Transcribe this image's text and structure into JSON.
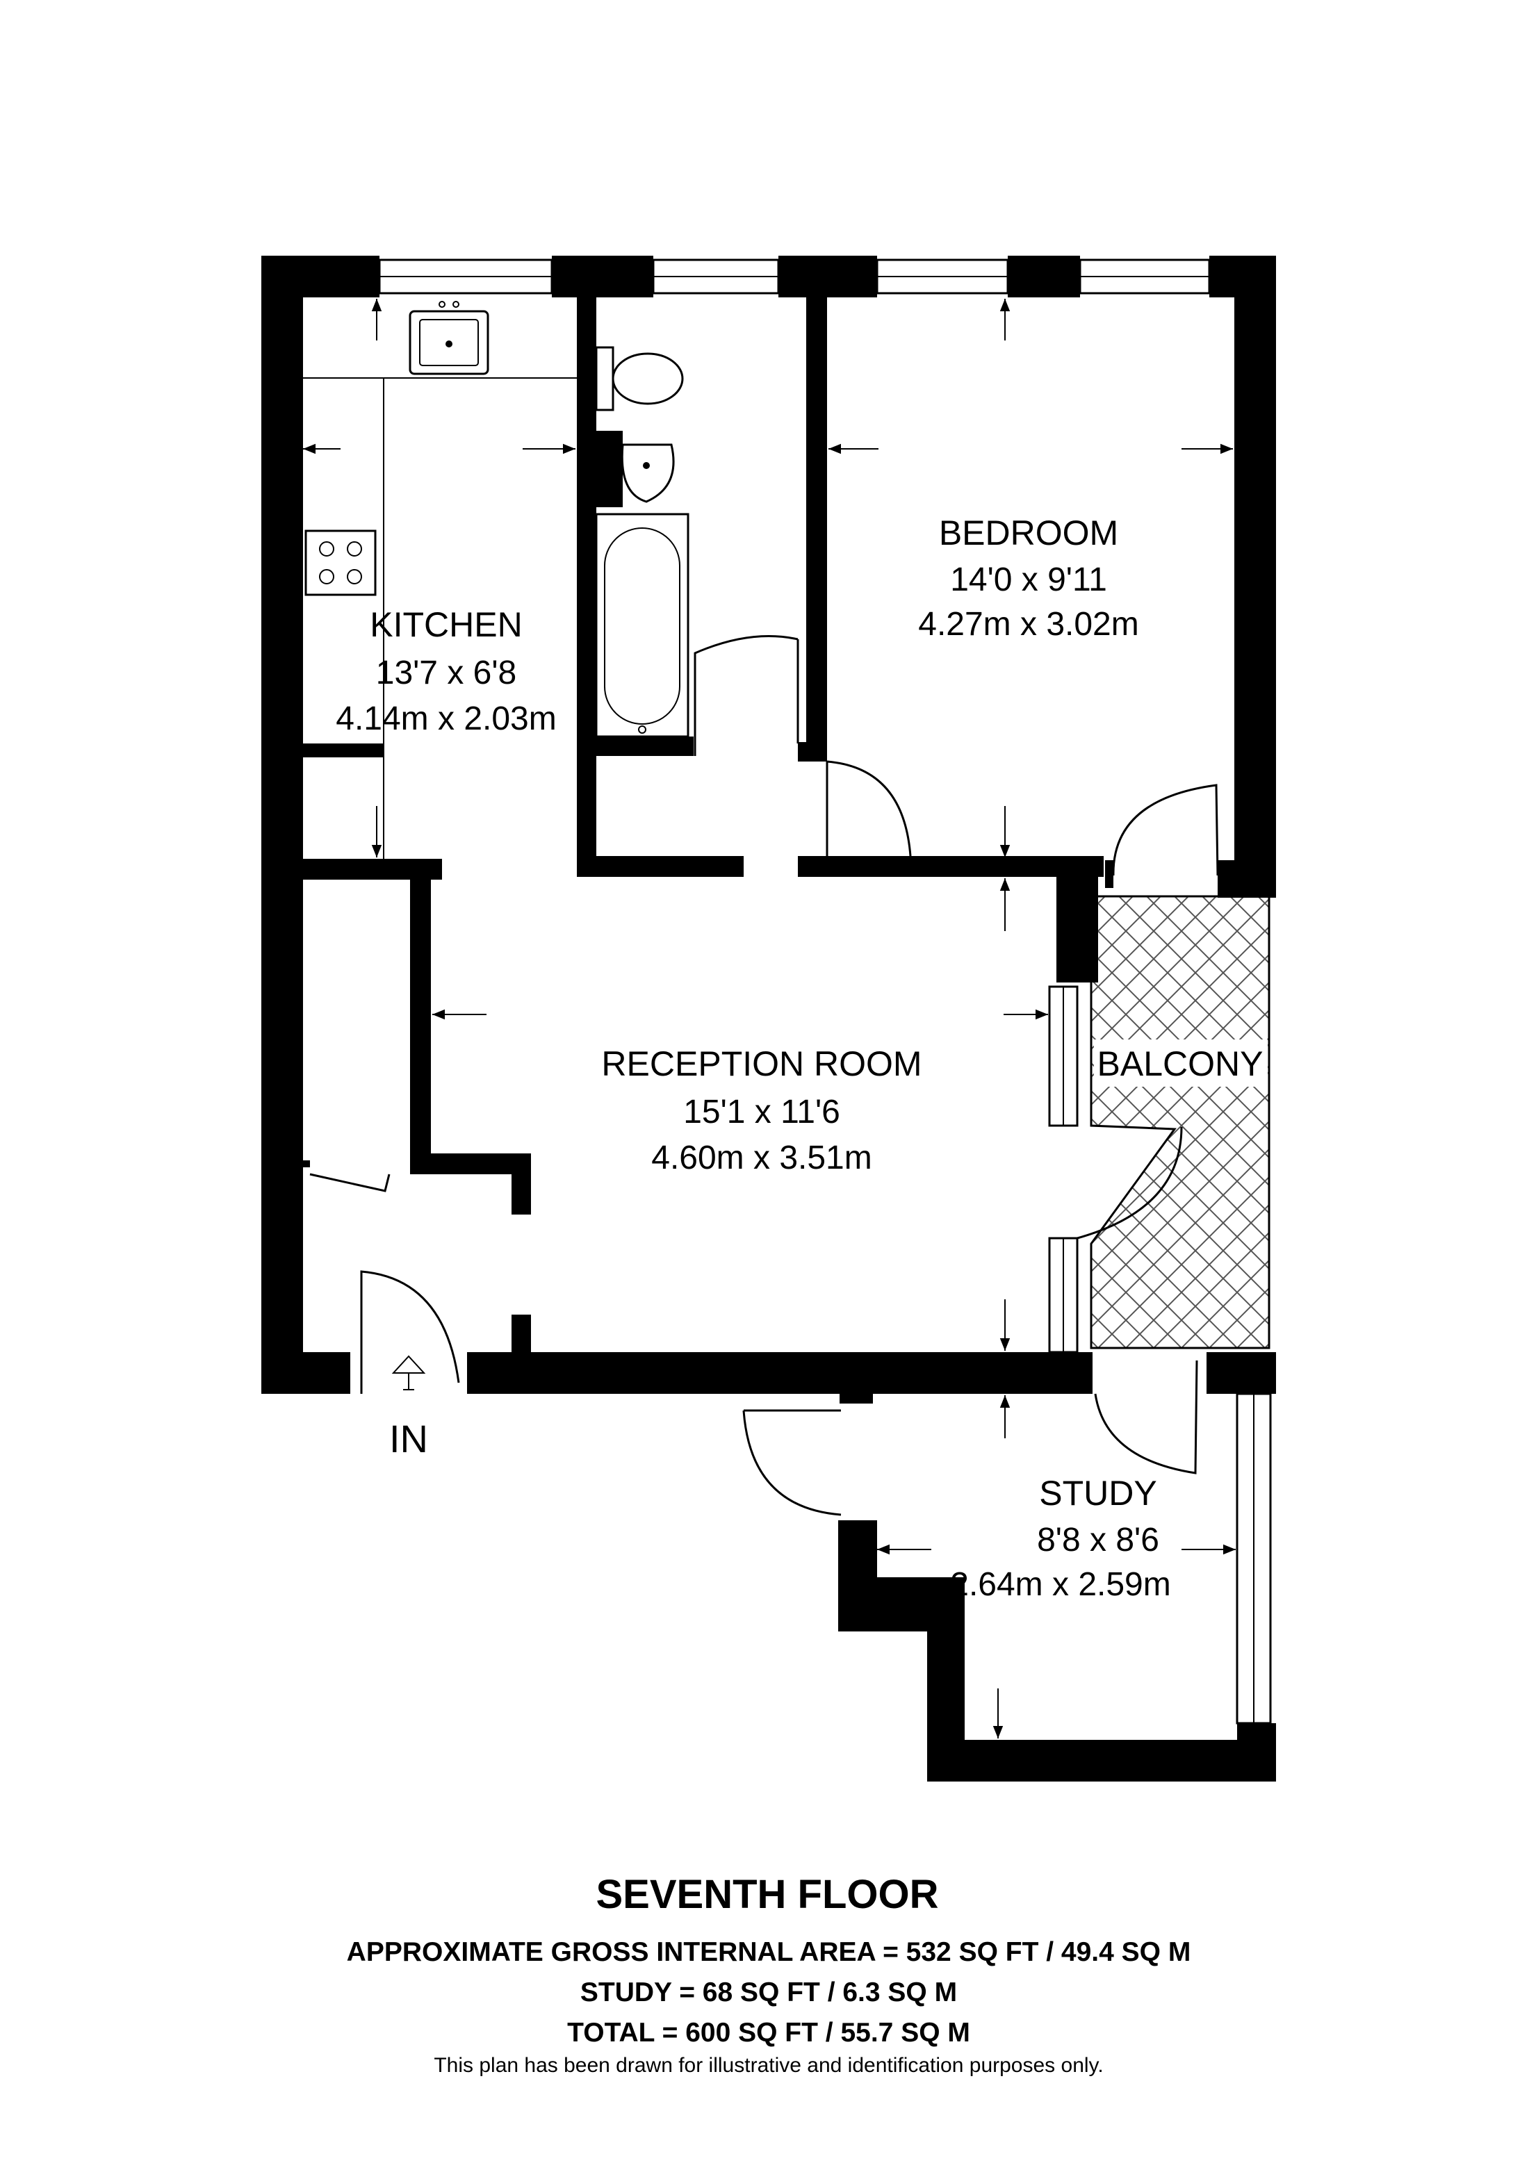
{
  "floor_title": "SEVENTH FLOOR",
  "areas": {
    "gross": "APPROXIMATE GROSS INTERNAL AREA = 532 SQ FT / 49.4 SQ M",
    "study": "STUDY = 68 SQ FT / 6.3 SQ M",
    "total": "TOTAL = 600 SQ FT / 55.7 SQ M"
  },
  "disclaimer": "This plan has been drawn for illustrative and identification purposes only.",
  "entrance_label": "IN",
  "rooms": {
    "kitchen": {
      "name": "KITCHEN",
      "imperial": "13'7 x 6'8",
      "metric": "4.14m x 2.03m"
    },
    "bedroom": {
      "name": "BEDROOM",
      "imperial": "14'0 x 9'11",
      "metric": "4.27m x 3.02m"
    },
    "reception": {
      "name": "RECEPTION ROOM",
      "imperial": "15'1 x 11'6",
      "metric": "4.60m x 3.51m"
    },
    "balcony": {
      "name": "BALCONY"
    },
    "study": {
      "name": "STUDY",
      "imperial": "8'8 x 8'6",
      "metric": "2.64m x 2.59m"
    }
  }
}
